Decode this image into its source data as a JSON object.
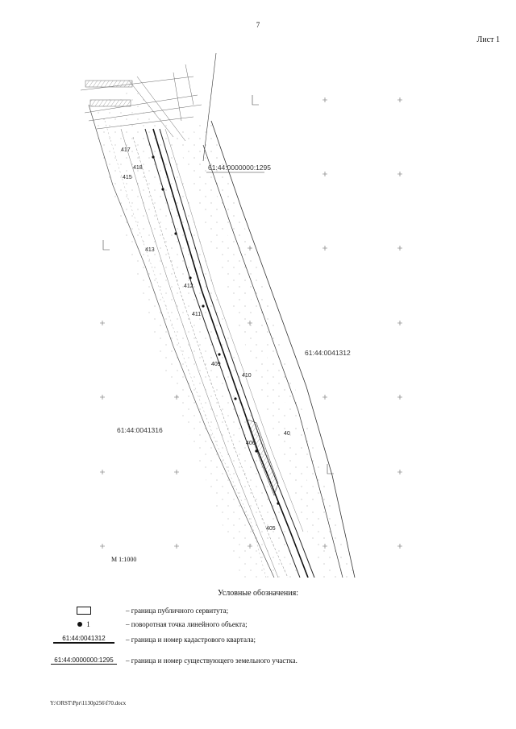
{
  "page_number": "7",
  "sheet_label": "Лист 1",
  "map": {
    "parcel_number": "61:44:0000000:1295",
    "quarter_right": "61:44:0041312",
    "quarter_left": "61:44:0041316",
    "scale": "М 1:1000",
    "point_labels": [
      "417",
      "418",
      "415",
      "413",
      "412",
      "411",
      "409",
      "410",
      "406",
      "405",
      "40"
    ]
  },
  "legend": {
    "title": "Условные обозначения:",
    "items": [
      {
        "symbol": "rectangle",
        "text": "– граница публичного сервитута;"
      },
      {
        "symbol": "point",
        "symbol_label": "1",
        "text": "– поворотная точка линейного объекта;"
      },
      {
        "symbol": "quarter-line",
        "symbol_label": "61:44:0041312",
        "text": "– граница и номер кадастрового квартала;"
      },
      {
        "symbol": "parcel-line",
        "symbol_label": "61:44:0000000:1295",
        "text": "– граница и номер существующего земельного участка."
      }
    ]
  },
  "footer": "Y:\\ORST\\Ppr\\1130p256\\f70.docx"
}
